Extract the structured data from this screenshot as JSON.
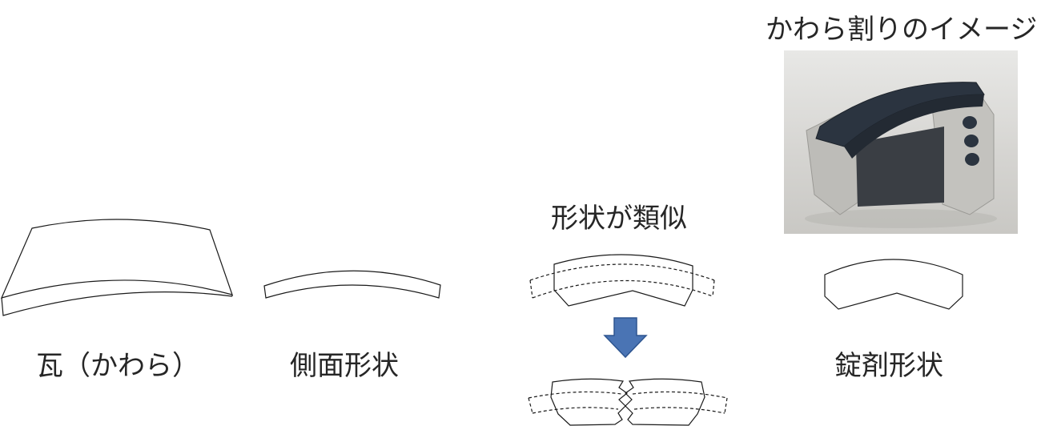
{
  "labels": {
    "kawara": "瓦（かわら）",
    "side_shape": "側面形状",
    "similar": "形状が類似",
    "tablet_shape": "錠剤形状",
    "image_caption": "かわら割りのイメージ"
  },
  "photo": {
    "description_name": "kawara-split-photo"
  },
  "colors": {
    "stroke": "#1a1a1a",
    "arrow_fill": "#4a74b4",
    "arrow_stroke": "#2e5590",
    "tile": "#2b3440",
    "block": "#bdbcb8"
  }
}
